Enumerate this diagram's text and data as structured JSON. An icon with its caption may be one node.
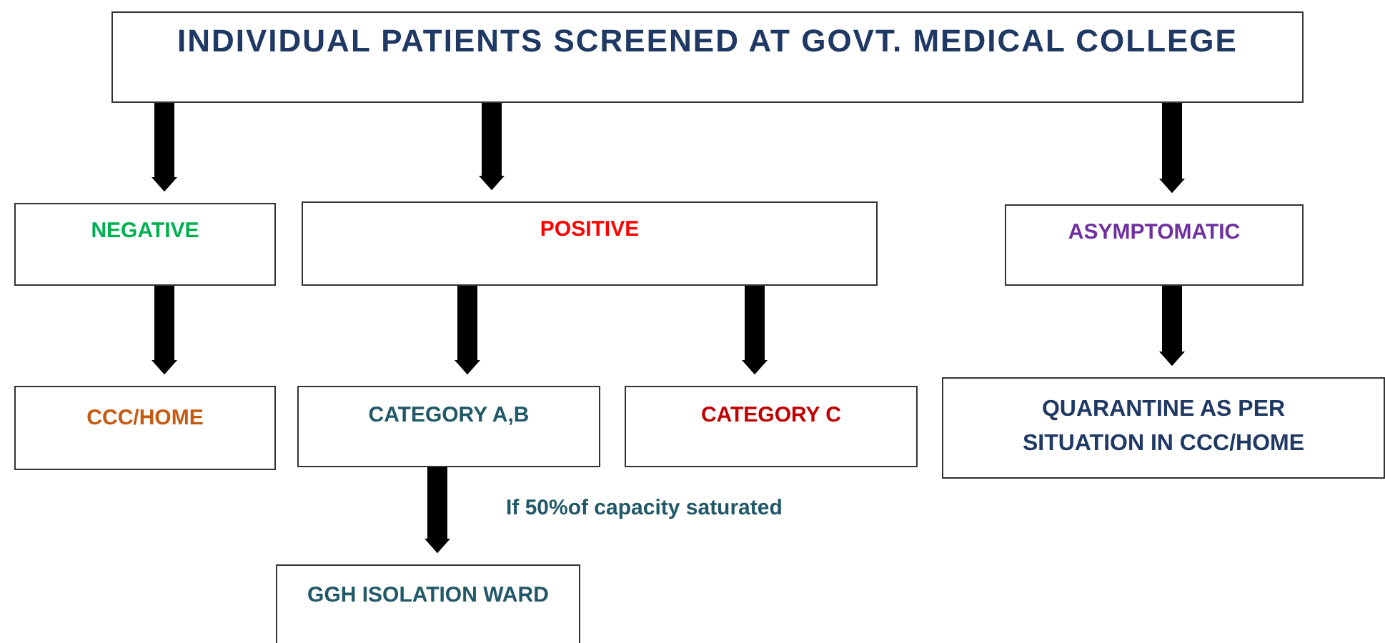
{
  "diagram": {
    "nodes": [
      {
        "text": [
          "INDIVIDUAL PATIENTS SCREENED AT GOVT. MEDICAL COLLEGE"
        ]
      },
      {
        "text": [
          "NEGATIVE"
        ]
      },
      {
        "text": [
          "POSITIVE"
        ]
      },
      {
        "text": [
          "ASYMPTOMATIC"
        ]
      },
      {
        "text": [
          "CCC/HOME"
        ]
      },
      {
        "text": [
          "CATEGORY A,B"
        ]
      },
      {
        "text": [
          "CATEGORY C"
        ]
      },
      {
        "text": [
          "QUARANTINE AS PER SITUATION IN CCC/HOME"
        ]
      },
      {
        "text": [
          "GGH ISOLATION WARD"
        ]
      }
    ],
    "edges": [
      {
        "from": 0,
        "to": 1,
        "arrow": "to"
      },
      {
        "from": 0,
        "to": 2,
        "arrow": "to"
      },
      {
        "from": 0,
        "to": 3,
        "arrow": "to"
      },
      {
        "from": 1,
        "to": 4,
        "arrow": "to"
      },
      {
        "from": 2,
        "to": 5,
        "arrow": "to"
      },
      {
        "from": 2,
        "to": 6,
        "arrow": "to"
      },
      {
        "from": 3,
        "to": 7,
        "arrow": "to"
      },
      {
        "from": 5,
        "to": 8,
        "arrow": "to",
        "label": "If 50%of capacity saturated"
      }
    ]
  }
}
